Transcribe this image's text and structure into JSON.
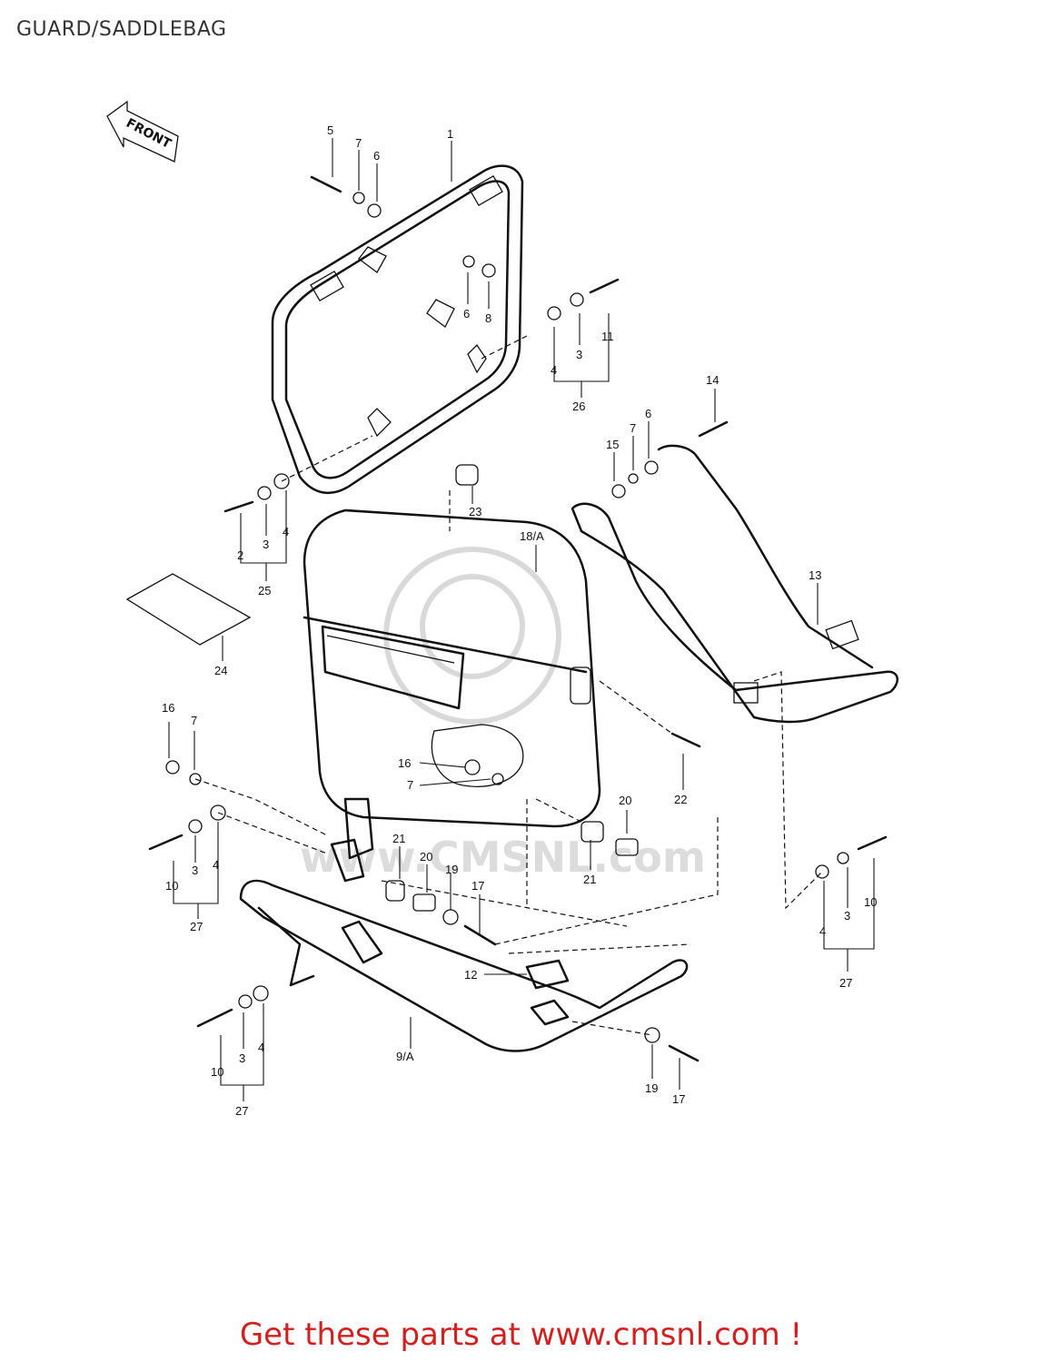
{
  "title": "GUARD/SADDLEBAG",
  "front_arrow_label": "FRONT",
  "watermark": "www.CMSNL.com",
  "footer": "Get these parts at www.cmsnl.com !",
  "callouts": [
    {
      "id": "c5",
      "text": "5"
    },
    {
      "id": "c7a",
      "text": "7"
    },
    {
      "id": "c6a",
      "text": "6"
    },
    {
      "id": "c1",
      "text": "1"
    },
    {
      "id": "c6b",
      "text": "6"
    },
    {
      "id": "c8",
      "text": "8"
    },
    {
      "id": "c11",
      "text": "11"
    },
    {
      "id": "c3a",
      "text": "3"
    },
    {
      "id": "c4a",
      "text": "4"
    },
    {
      "id": "c26",
      "text": "26"
    },
    {
      "id": "c14",
      "text": "14"
    },
    {
      "id": "c15",
      "text": "15"
    },
    {
      "id": "c7b",
      "text": "7"
    },
    {
      "id": "c6c",
      "text": "6"
    },
    {
      "id": "c23",
      "text": "23"
    },
    {
      "id": "c18a",
      "text": "18/A"
    },
    {
      "id": "c2",
      "text": "2"
    },
    {
      "id": "c3b",
      "text": "3"
    },
    {
      "id": "c4b",
      "text": "4"
    },
    {
      "id": "c25",
      "text": "25"
    },
    {
      "id": "c13",
      "text": "13"
    },
    {
      "id": "c24",
      "text": "24"
    },
    {
      "id": "c16a",
      "text": "16"
    },
    {
      "id": "c7c",
      "text": "7"
    },
    {
      "id": "c16b",
      "text": "16"
    },
    {
      "id": "c7d",
      "text": "7"
    },
    {
      "id": "c22",
      "text": "22"
    },
    {
      "id": "c20a",
      "text": "20"
    },
    {
      "id": "c21a",
      "text": "21"
    },
    {
      "id": "c10a",
      "text": "10"
    },
    {
      "id": "c3c",
      "text": "3"
    },
    {
      "id": "c4c",
      "text": "4"
    },
    {
      "id": "c27a",
      "text": "27"
    },
    {
      "id": "c21b",
      "text": "21"
    },
    {
      "id": "c20b",
      "text": "20"
    },
    {
      "id": "c19a",
      "text": "19"
    },
    {
      "id": "c17a",
      "text": "17"
    },
    {
      "id": "c12",
      "text": "12"
    },
    {
      "id": "c9a",
      "text": "9/A"
    },
    {
      "id": "c10b",
      "text": "10"
    },
    {
      "id": "c3d",
      "text": "3"
    },
    {
      "id": "c4d",
      "text": "4"
    },
    {
      "id": "c27b",
      "text": "27"
    },
    {
      "id": "c19b",
      "text": "19"
    },
    {
      "id": "c17b",
      "text": "17"
    },
    {
      "id": "c4e",
      "text": "4"
    },
    {
      "id": "c3e",
      "text": "3"
    },
    {
      "id": "c10c",
      "text": "10"
    },
    {
      "id": "c27c",
      "text": "27"
    }
  ]
}
